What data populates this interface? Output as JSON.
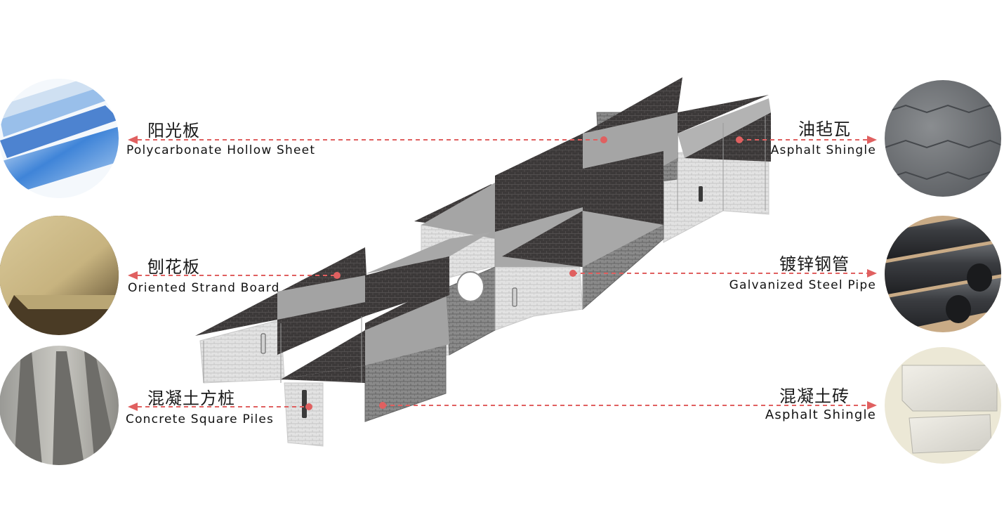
{
  "colors": {
    "accent": "#e06060",
    "roof_dark": "#3c3939",
    "roof_light": "#9d9d9d",
    "wall": "#d9d9d9",
    "brick": "#6e6e6e"
  },
  "materials": [
    {
      "id": "m1",
      "side": "left",
      "icon": "polycarbonate-sheet-photo",
      "cn": "阳光板",
      "en": "Polycarbonate Hollow Sheet"
    },
    {
      "id": "m2",
      "side": "left",
      "icon": "osb-board-photo",
      "cn": "刨花板",
      "en": "Oriented Strand Board"
    },
    {
      "id": "m3",
      "side": "left",
      "icon": "concrete-piles-photo",
      "cn": "混凝土方桩",
      "en": "Concrete Square Piles"
    },
    {
      "id": "m4",
      "side": "right",
      "icon": "asphalt-shingle-photo",
      "cn": "油毡瓦",
      "en": "Asphalt Shingle"
    },
    {
      "id": "m5",
      "side": "right",
      "icon": "steel-pipe-photo",
      "cn": "镀锌钢管",
      "en": "Galvanized Steel Pipe"
    },
    {
      "id": "m6",
      "side": "right",
      "icon": "concrete-brick-photo",
      "cn": "混凝土砖",
      "en": "Asphalt Shingle"
    }
  ]
}
